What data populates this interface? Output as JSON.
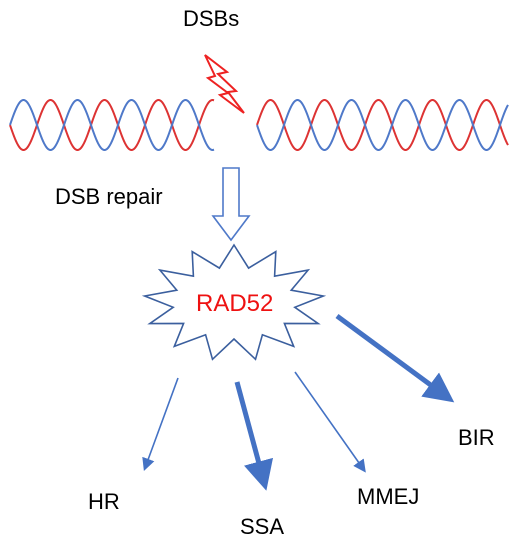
{
  "labels": {
    "dsbs": "DSBs",
    "dsb_repair": "DSB repair",
    "center": "RAD52",
    "pathways": [
      "HR",
      "SSA",
      "MMEJ",
      "BIR"
    ]
  },
  "colors": {
    "strand_red": "#dd3333",
    "strand_blue": "#4f79c9",
    "lightning": "#ee2222",
    "arrow_outline": "#4f79c9",
    "pathway_arrows": "#4472c4",
    "center_text": "#ee1111",
    "text": "#000000"
  },
  "icons": {
    "break_symbol": "lightning-bolt-icon",
    "flow_arrow": "hollow-down-arrow-icon",
    "center_shape": "starburst-icon"
  }
}
